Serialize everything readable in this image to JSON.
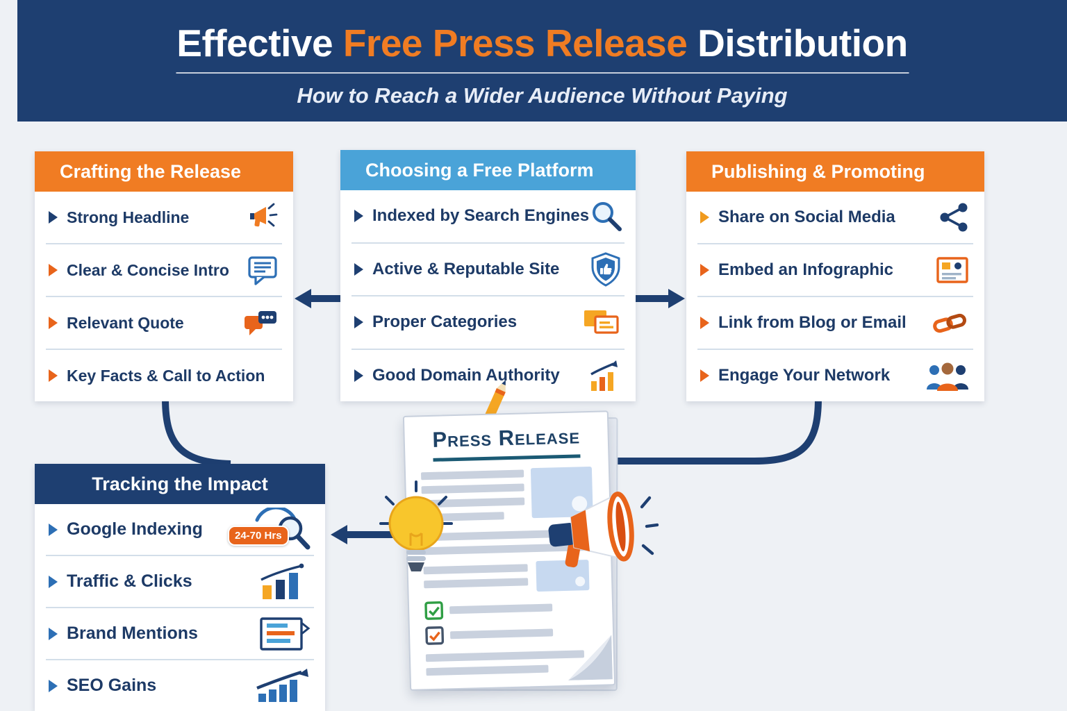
{
  "palette": {
    "navy": "#1e3f71",
    "orange": "#f07c23",
    "accent_orange": "#e8641b",
    "light_blue": "#4aa3d8",
    "text_navy": "#1d3a66",
    "background": "#eef1f5"
  },
  "header": {
    "title_parts": [
      {
        "text": "Effective "
      },
      {
        "text": "Free Press Release"
      },
      {
        "text": " Distribution"
      }
    ],
    "subtitle": "How to Reach a Wider Audience Without Paying"
  },
  "cards": [
    {
      "title": "Crafting the Release",
      "items": [
        {
          "label": "Strong Headline",
          "icon": "megaphone-icon"
        },
        {
          "label": "Clear & Concise Intro",
          "icon": "note-bubble-icon"
        },
        {
          "label": "Relevant Quote",
          "icon": "chat-bubbles-icon"
        },
        {
          "label": "Key Facts & Call to Action",
          "icon": "none"
        }
      ]
    },
    {
      "title": "Choosing a Free Platform",
      "items": [
        {
          "label": "Indexed by Search Engines",
          "icon": "magnifier-icon"
        },
        {
          "label": "Active & Reputable Site",
          "icon": "shield-icon"
        },
        {
          "label": "Proper Categories",
          "icon": "categories-icon"
        },
        {
          "label": "Good Domain Authority",
          "icon": "domain-growth-icon"
        }
      ]
    },
    {
      "title": "Publishing & Promoting",
      "items": [
        {
          "label": "Share on Social Media",
          "icon": "share-icon"
        },
        {
          "label": "Embed an Infographic",
          "icon": "infographic-icon"
        },
        {
          "label": "Link from Blog or Email",
          "icon": "link-icon"
        },
        {
          "label": "Engage Your Network",
          "icon": "people-icon"
        }
      ]
    }
  ],
  "tracking": {
    "title": "Tracking the Impact",
    "items": [
      {
        "label": "Google Indexing",
        "badge": "24-70 Hrs",
        "icon": "indexing-search-icon"
      },
      {
        "label": "Traffic & Clicks",
        "icon": "traffic-bars-icon"
      },
      {
        "label": "Brand Mentions",
        "icon": "mentions-doc-icon"
      },
      {
        "label": "SEO Gains",
        "icon": "seo-growth-icon"
      }
    ]
  },
  "illustration": {
    "document_title": "Press Release"
  }
}
